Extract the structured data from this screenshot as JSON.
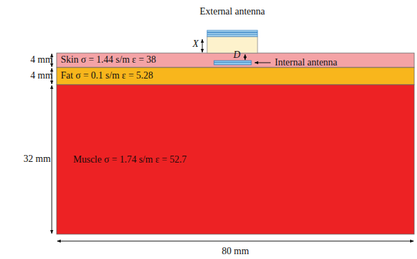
{
  "diagram": {
    "nodes": [
      {
        "text": [
          "Skin  σ = 1.44 s/m  ε = 38"
        ]
      },
      {
        "text": [
          "Fat  σ = 0.1 s/m  ε = 5.28"
        ]
      },
      {
        "text": [
          "Muscle  σ = 1.74 s/m  ε = 52.7"
        ]
      },
      {
        "text": [
          "External antenna"
        ]
      }
    ],
    "labels": [
      "4 mm",
      "4 mm",
      "32 mm",
      "80 mm",
      "X",
      "D",
      "Internal antenna"
    ]
  }
}
